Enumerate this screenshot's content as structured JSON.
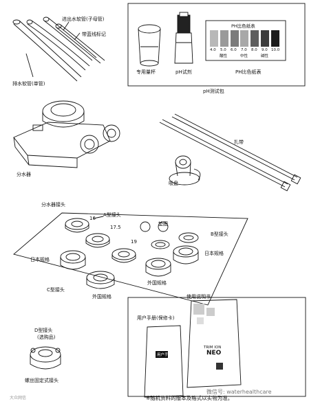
{
  "labels": {
    "inlet_hose": "进出水软管(子母管)",
    "blue_line": "带蓝线标记",
    "drain_hose": "排水软管(单管)",
    "cup": "专用量杯",
    "reagent": "pH试剂",
    "ph_table_title": "PH比色纸表",
    "ph_table_caption": "PH比色纸表",
    "ph_kit": "pH测试包",
    "diverter": "分水器",
    "suction": "吸盘",
    "tie": "扎带",
    "joint_header": "分水器接头",
    "type_a": "A型接头",
    "size_16": "16",
    "size_175": "17.5",
    "size_19": "19",
    "gasket": "垫圈",
    "type_b": "B型接头",
    "jp_left": "日本规格",
    "jp_right": "日本规格",
    "foreign_mid": "外国规格",
    "foreign_low": "外国规格",
    "type_c": "C型接头",
    "type_d": "D型接头",
    "optional": "(选购品)",
    "screw_joint": "螺丝固定式接头",
    "manual": "使用说明书",
    "warranty": "用户手册(保修卡)",
    "note": "※随机资料的版本及格式以实物为准。",
    "watermark": "微信号: waterhealthcare",
    "brand_mark": "大众网信"
  },
  "ph_scale": {
    "values": [
      "4.0",
      "5.0",
      "6.0",
      "7.0",
      "8.0",
      "9.0",
      "10.0"
    ],
    "groups": [
      "酸性",
      "中性",
      "碱性"
    ],
    "colors": [
      "#b8b8b8",
      "#9a9a9a",
      "#7c7c7c",
      "#a8a8a8",
      "#5e5e5e",
      "#3c3c3c",
      "#1c1c1c"
    ]
  },
  "cover": {
    "title_plate": "用户手册",
    "brand": "TRIM ION",
    "model": "NEO"
  }
}
